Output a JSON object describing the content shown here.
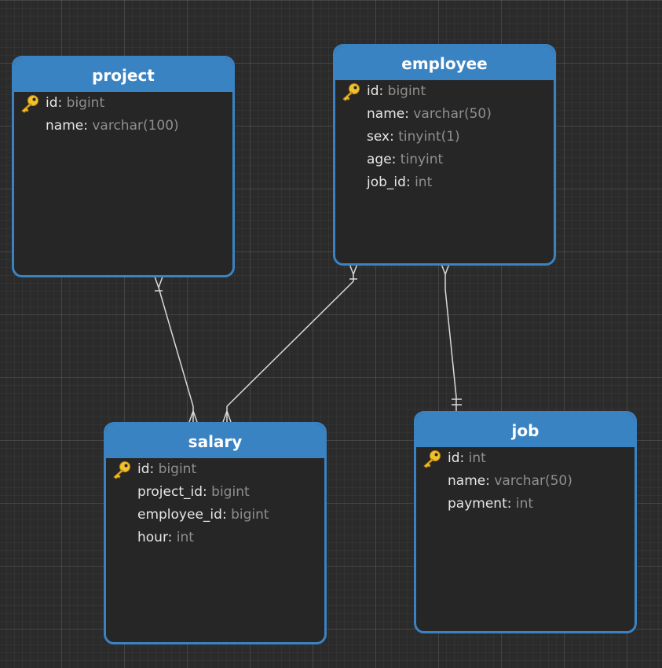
{
  "colors": {
    "header": "#3a83c3",
    "body": "#262626",
    "field_name": "#e6e6e6",
    "field_type": "#8f8f8f",
    "connector": "#d9d9d9",
    "key_icon": "#f2c12e"
  },
  "tables": {
    "project": {
      "title": "project",
      "fields": [
        {
          "name": "id",
          "sep": ":",
          "type": " bigint",
          "primary_key": true,
          "icon": "key-icon"
        },
        {
          "name": "name",
          "sep": ":",
          "type": " varchar(100)",
          "primary_key": false
        }
      ]
    },
    "employee": {
      "title": "employee",
      "fields": [
        {
          "name": "id",
          "sep": ":",
          "type": " bigint",
          "primary_key": true,
          "icon": "key-icon"
        },
        {
          "name": "name",
          "sep": ":",
          "type": " varchar(50)",
          "primary_key": false
        },
        {
          "name": "sex",
          "sep": ":",
          "type": " tinyint(1)",
          "primary_key": false
        },
        {
          "name": "age",
          "sep": ":",
          "type": " tinyint",
          "primary_key": false
        },
        {
          "name": "job_id",
          "sep": ":",
          "type": " int",
          "primary_key": false
        }
      ]
    },
    "salary": {
      "title": "salary",
      "fields": [
        {
          "name": "id",
          "sep": ":",
          "type": " bigint",
          "primary_key": true,
          "icon": "key-icon"
        },
        {
          "name": "project_id",
          "sep": ":",
          "type": " bigint",
          "primary_key": false
        },
        {
          "name": "employee_id",
          "sep": ":",
          "type": " bigint",
          "primary_key": false
        },
        {
          "name": "hour",
          "sep": ":",
          "type": " int",
          "primary_key": false
        }
      ]
    },
    "job": {
      "title": "job",
      "fields": [
        {
          "name": "id",
          "sep": ":",
          "type": " int",
          "primary_key": true,
          "icon": "key-icon"
        },
        {
          "name": "name",
          "sep": ":",
          "type": " varchar(50)",
          "primary_key": false
        },
        {
          "name": "payment",
          "sep": ":",
          "type": " int",
          "primary_key": false
        }
      ]
    }
  },
  "relationships": [
    {
      "from": "project",
      "to": "salary",
      "from_end": "many",
      "to_end": "many"
    },
    {
      "from": "employee",
      "to": "salary",
      "from_end": "many",
      "to_end": "many"
    },
    {
      "from": "employee",
      "to": "job",
      "from_end": "many",
      "to_end": "one"
    }
  ]
}
